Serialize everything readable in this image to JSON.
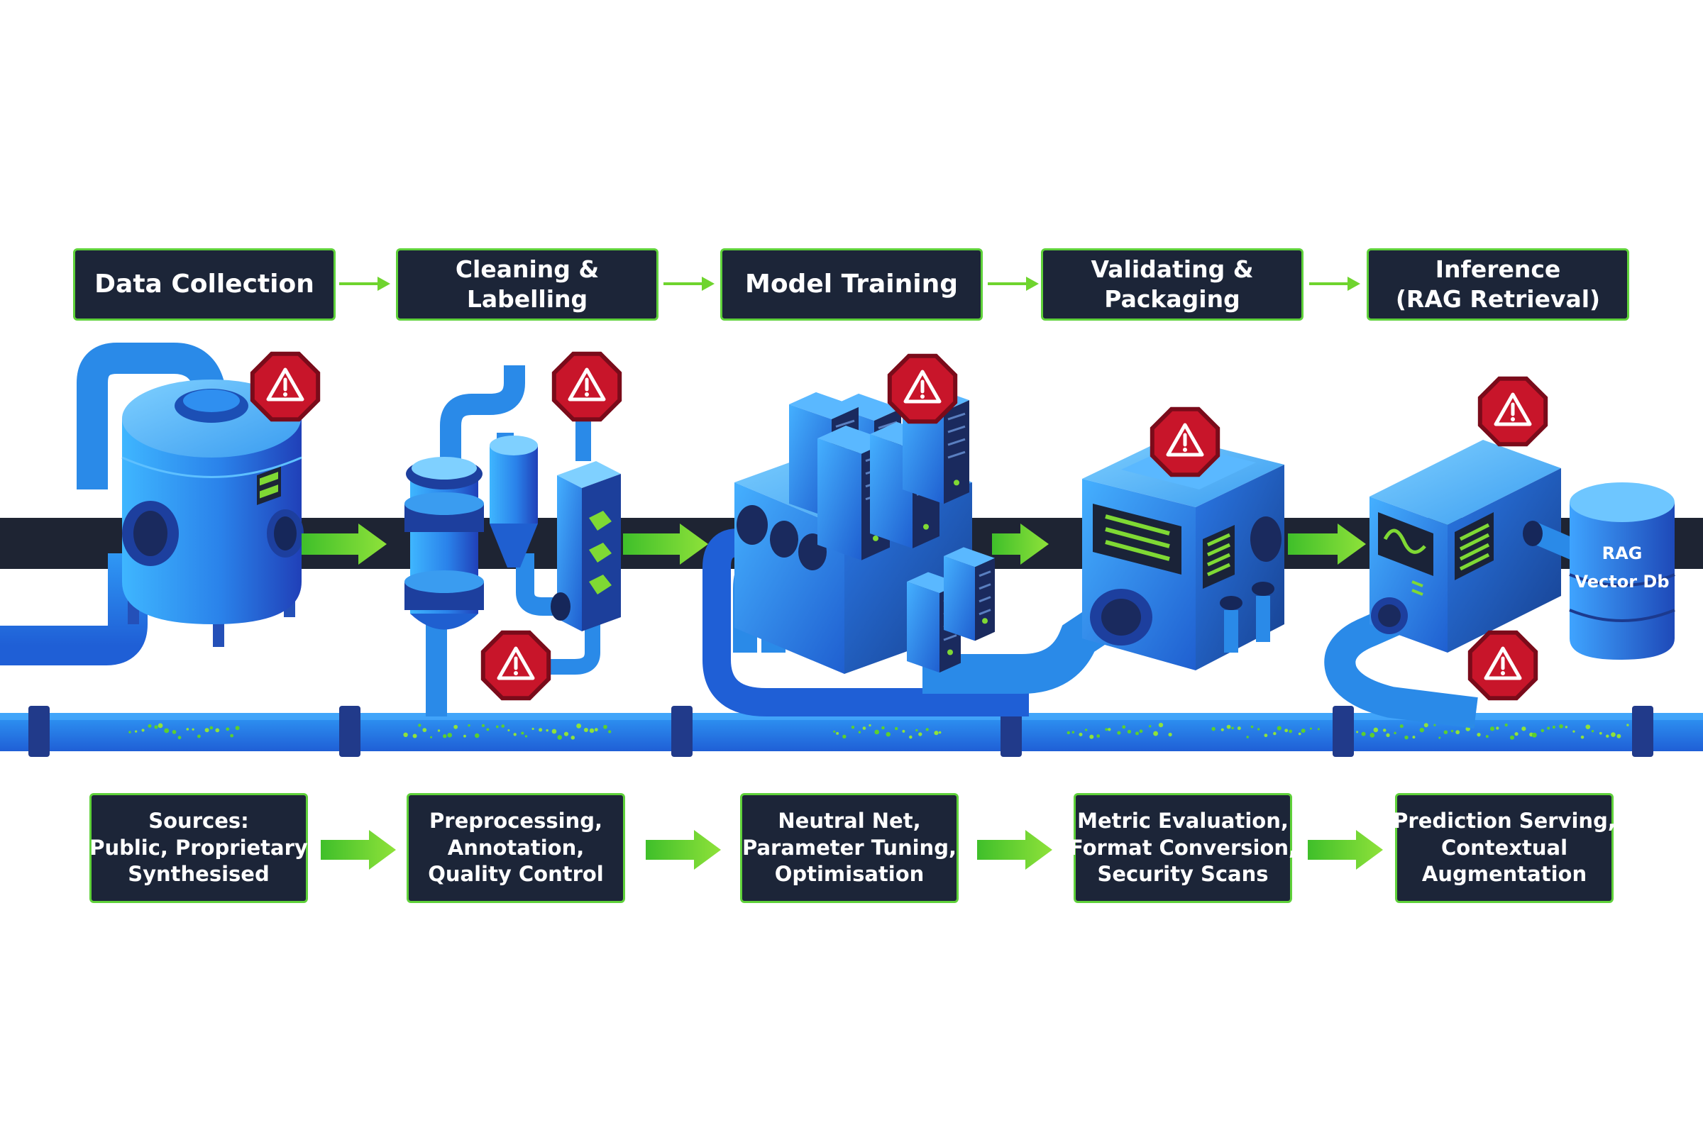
{
  "stages": [
    {
      "id": "data-collection",
      "lines": [
        "Data Collection"
      ]
    },
    {
      "id": "cleaning-labelling",
      "lines": [
        "Cleaning &",
        "Labelling"
      ]
    },
    {
      "id": "model-training",
      "lines": [
        "Model Training"
      ]
    },
    {
      "id": "validating-packaging",
      "lines": [
        "Validating &",
        "Packaging"
      ]
    },
    {
      "id": "inference",
      "lines": [
        "Inference",
        "(RAG Retrieval)"
      ]
    }
  ],
  "details": [
    {
      "id": "sources",
      "lines": [
        "Sources:",
        "Public, Proprietary",
        "Synthesised"
      ]
    },
    {
      "id": "preprocessing",
      "lines": [
        "Preprocessing,",
        "Annotation,",
        "Quality Control"
      ]
    },
    {
      "id": "neutral-net",
      "lines": [
        "Neutral Net,",
        "Parameter Tuning,",
        "Optimisation"
      ]
    },
    {
      "id": "metric-evaluation",
      "lines": [
        "Metric Evaluation,",
        "Format Conversion,",
        "Security Scans"
      ]
    },
    {
      "id": "prediction-serving",
      "lines": [
        "Prediction Serving,",
        "Contextual",
        "Augmentation"
      ]
    }
  ],
  "database": {
    "line1": "RAG",
    "line2": "Vector Db"
  },
  "colors": {
    "box_fill": "#1c2538",
    "box_border": "#5fd13a",
    "accent_green": "#6fd42e",
    "pipe_blue": "#1e7fe6",
    "machine_blue": "#2a8ae8",
    "conveyor": "#1e2433",
    "warning_red": "#c8152a"
  },
  "icons": [
    "warning-icon",
    "arrow-right-icon",
    "server-rack-icon",
    "database-icon",
    "waveform-icon"
  ]
}
